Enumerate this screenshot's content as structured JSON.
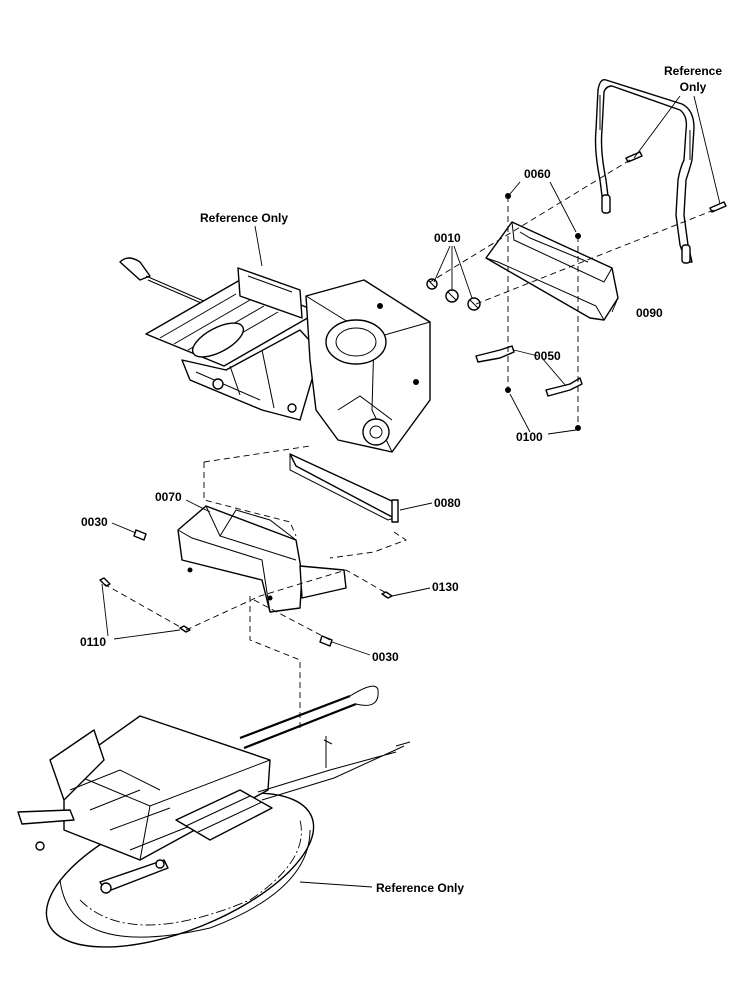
{
  "labels": {
    "ref_handle": "Reference\nOnly",
    "ref_deck": "Reference Only",
    "ref_engine": "Reference Only",
    "p0010": "0010",
    "p0030a": "0030",
    "p0030b": "0030",
    "p0050": "0050",
    "p0060": "0060",
    "p0070": "0070",
    "p0080": "0080",
    "p0090": "0090",
    "p0100": "0100",
    "p0110": "0110",
    "p0130": "0130"
  }
}
